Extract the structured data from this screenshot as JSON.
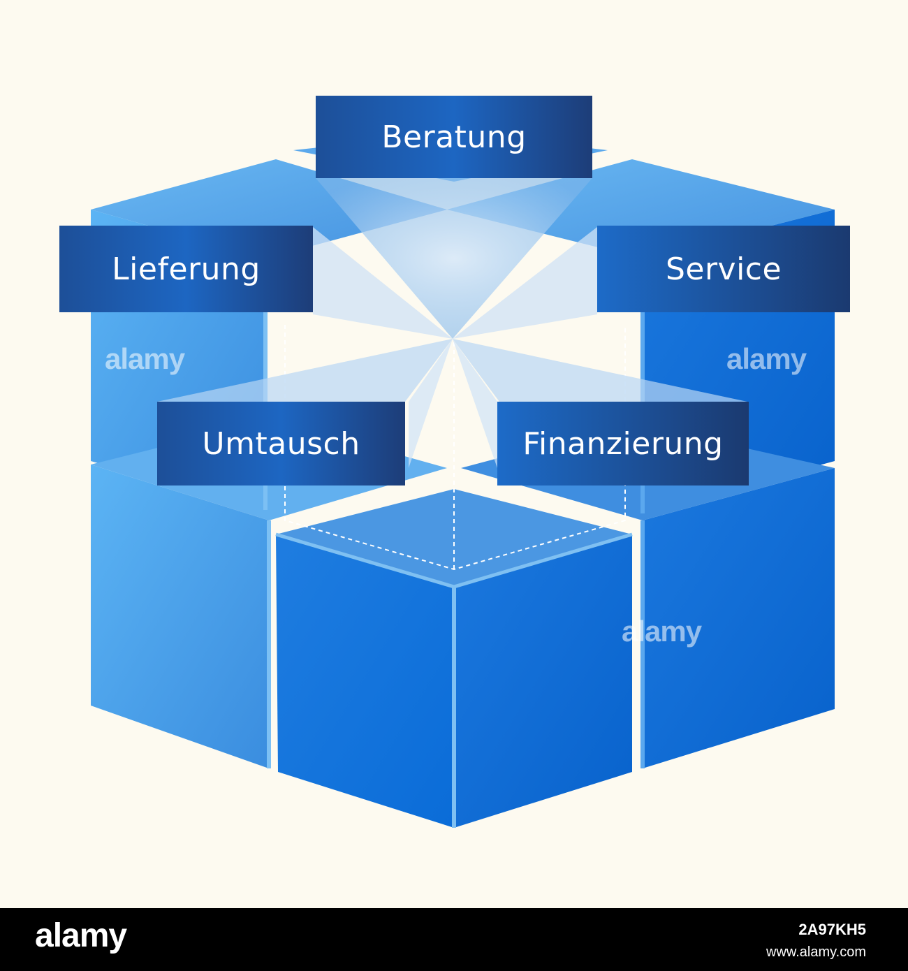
{
  "labels": {
    "top": "Beratung",
    "left": "Lieferung",
    "right": "Service",
    "bottom_left": "Umtausch",
    "bottom_right": "Finanzierung"
  },
  "watermark": "alamy",
  "footer": {
    "logo": "alamy",
    "image_id": "2A97KH5",
    "url": "www.alamy.com"
  },
  "colors": {
    "background": "#fdfaf0",
    "cube_light": "#5cb4f0",
    "cube_mid": "#3d8fe0",
    "cube_dark": "#0a6fd8",
    "label_dark": "#1d3d78",
    "label_mid": "#1d5fae"
  }
}
